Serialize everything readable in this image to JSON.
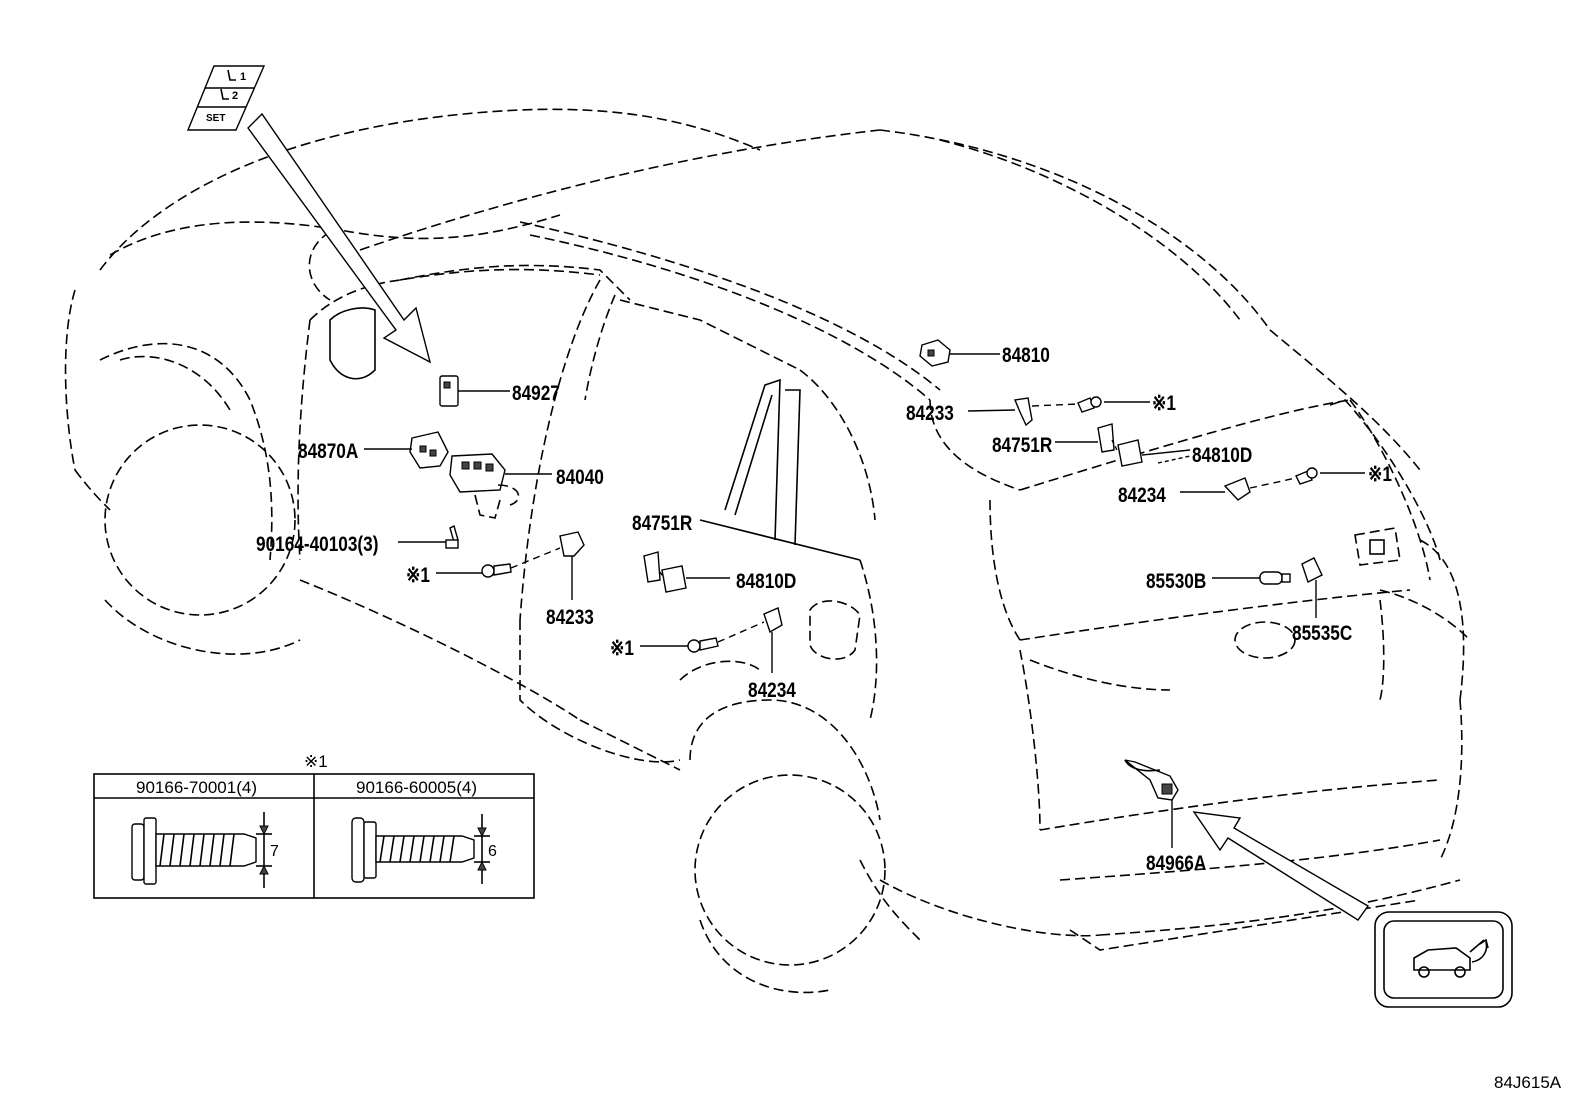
{
  "diagram_code": "84J615A",
  "note_symbol": "※1",
  "callouts": {
    "p84810": "84810",
    "p84233_top": "84233",
    "note_top": "※1",
    "p84751R_right": "84751R",
    "p84810D_right": "84810D",
    "p84234_right": "84234",
    "note_right": "※1",
    "p85530B": "85530B",
    "p85535C": "85535C",
    "p84927": "84927",
    "p84870A": "84870A",
    "p84040": "84040",
    "p90164": "90164-40103(3)",
    "note_left": "※1",
    "p84233_lower": "84233",
    "p84751R_mid": "84751R",
    "p84810D_mid": "84810D",
    "note_mid": "※1",
    "p84234_lower": "84234",
    "p84966A": "84966A"
  },
  "seat_switch": {
    "btn1": "1",
    "btn2": "2",
    "set": "SET"
  },
  "fastener_table": {
    "header_note": "※1",
    "col1_part": "90166-70001(4)",
    "col2_part": "90166-60005(4)",
    "col1_dim": "7",
    "col2_dim": "6"
  }
}
